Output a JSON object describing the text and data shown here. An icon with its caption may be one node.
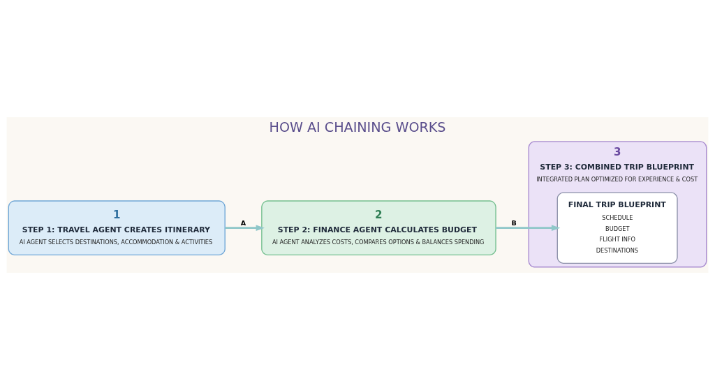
{
  "diagram": {
    "title": "HOW AI CHAINING WORKS",
    "nodes": [
      {
        "text": [
          "1",
          "STEP 1: TRAVEL AGENT CREATES ITINERARY",
          "AI AGENT SELECTS DESTINATIONS, ACCOMMODATION & ACTIVITIES"
        ]
      },
      {
        "text": [
          "2",
          "STEP 2: FINANCE AGENT CALCULATES BUDGET",
          "AI AGENT ANALYZES COSTS, COMPARES OPTIONS & BALANCES SPENDING"
        ]
      },
      {
        "text": [
          "3",
          "STEP 3: COMBINED TRIP BLUEPRINT",
          "INTEGRATED PLAN OPTIMIZED FOR EXPERIENCE & COST"
        ]
      },
      {
        "text": [
          "FINAL TRIP BLUEPRINT",
          "SCHEDULE",
          "BUDGET",
          "FLIGHT INFO",
          "DESTINATIONS"
        ],
        "in": 2
      }
    ],
    "edges": [
      {
        "from": 0,
        "to": 1,
        "arrow": "to",
        "label": "A"
      },
      {
        "from": 1,
        "to": 3,
        "arrow": "to",
        "label": "B"
      }
    ]
  }
}
